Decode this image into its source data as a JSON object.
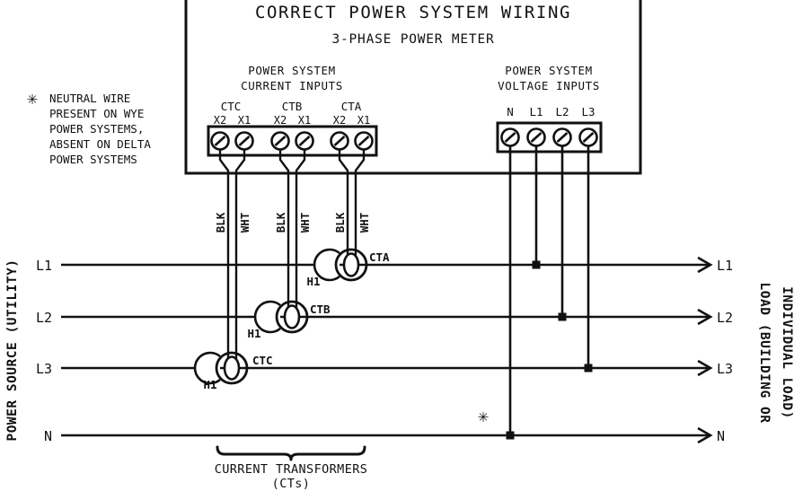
{
  "diagram": {
    "title": "CORRECT POWER SYSTEM WIRING",
    "subtitle": "3-PHASE POWER METER",
    "note": {
      "symbol": "✳",
      "lines": [
        "NEUTRAL WIRE",
        "PRESENT ON WYE",
        "POWER SYSTEMS,",
        "ABSENT ON DELTA",
        "POWER SYSTEMS"
      ]
    },
    "current_inputs": {
      "heading_line1": "POWER SYSTEM",
      "heading_line2": "CURRENT INPUTS",
      "groups": [
        {
          "name": "CTC",
          "terminals": [
            "X2",
            "X1"
          ]
        },
        {
          "name": "CTB",
          "terminals": [
            "X2",
            "X1"
          ]
        },
        {
          "name": "CTA",
          "terminals": [
            "X2",
            "X1"
          ]
        }
      ]
    },
    "voltage_inputs": {
      "heading_line1": "POWER SYSTEM",
      "heading_line2": "VOLTAGE INPUTS",
      "terminals": [
        "N",
        "L1",
        "L2",
        "L3"
      ]
    },
    "wire_labels": {
      "black": "BLK",
      "white": "WHT",
      "pairs": [
        "CTC",
        "CTB",
        "CTA"
      ]
    },
    "cts": [
      {
        "name": "CTA",
        "polarity": "H1"
      },
      {
        "name": "CTB",
        "polarity": "H1"
      },
      {
        "name": "CTC",
        "polarity": "H1"
      }
    ],
    "source_side": {
      "label_line1": "POWER SOURCE (UTILITY)",
      "lines": [
        "L1",
        "L2",
        "L3",
        "N"
      ]
    },
    "load_side": {
      "label_line1": "LOAD (BUILDING OR",
      "label_line2": "INDIVIDUAL LOAD)",
      "lines": [
        "L1",
        "L2",
        "L3",
        "N"
      ]
    },
    "neutral_marker": "✳",
    "bracket": {
      "label_line1": "CURRENT TRANSFORMERS",
      "label_line2": "(CTs)"
    },
    "colors": {
      "ink": "#111111",
      "background": "#ffffff"
    }
  }
}
